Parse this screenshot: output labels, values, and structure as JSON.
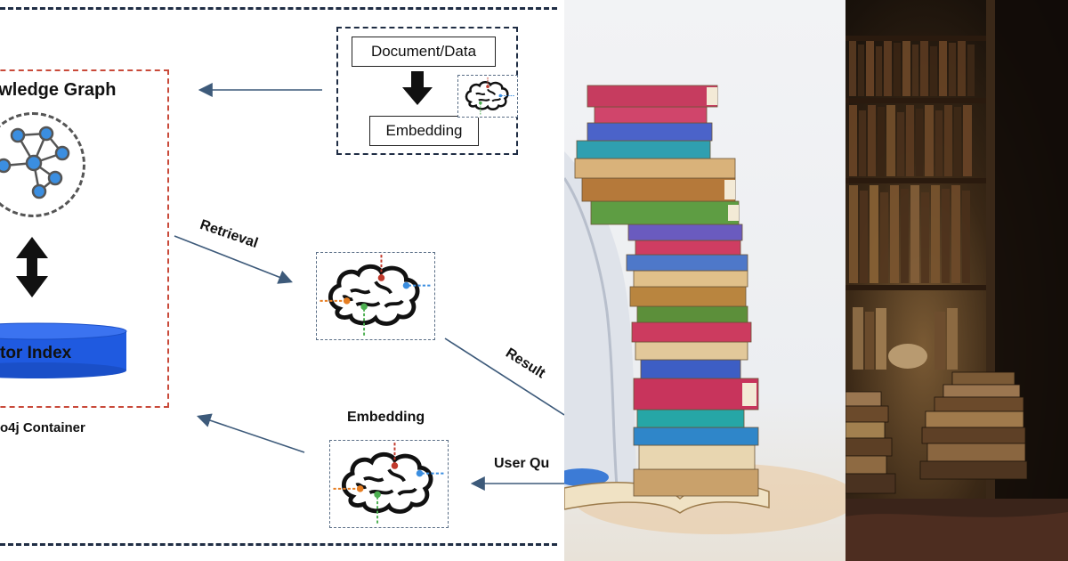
{
  "diagram": {
    "knowledge_graph_title": "owledge Graph",
    "vector_index_label": "tor Index",
    "container_label": "o4j Container",
    "document_label": "Document/Data",
    "doc_embedding_label": "Embedding",
    "retrieval_label": "Retrieval",
    "result_label": "Result",
    "embedding_label": "Embedding",
    "user_query_label": "User Qu"
  },
  "colors": {
    "outer_border": "#1f2d44",
    "kg_container_border": "#c94a3a",
    "arrow": "#3d5a7a",
    "node_fill": "#3b8ee0",
    "cylinder": "#1f5ae0",
    "brain_stroke": "#111111"
  }
}
